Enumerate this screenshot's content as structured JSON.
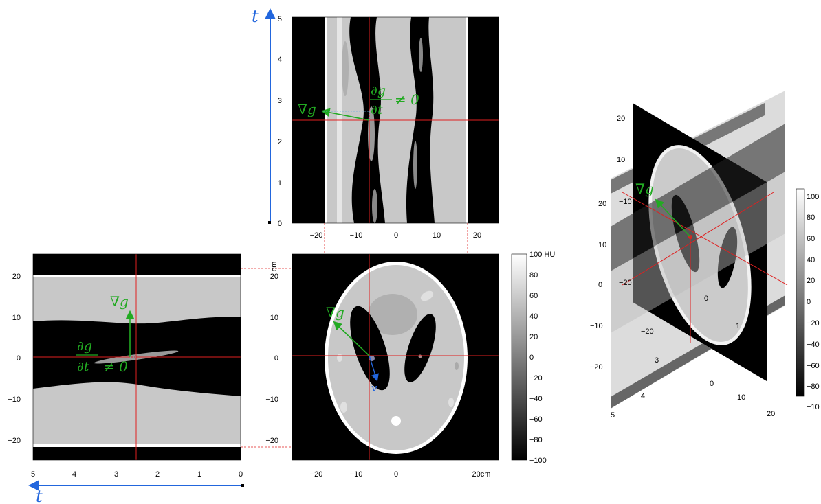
{
  "colors": {
    "red_line": "#e02020",
    "green": "#22aa22",
    "blue": "#2266dd",
    "gray_tissue": "#c8c8c8",
    "white_skull": "#ffffff",
    "black_bg": "#000000"
  },
  "axis_symbols": {
    "top_t": "t",
    "left_t": "t"
  },
  "top_panel": {
    "x_ticks": [
      "−20",
      "−10",
      "0",
      "10",
      "20"
    ],
    "y_ticks": [
      "0",
      "1",
      "2",
      "3",
      "4",
      "5"
    ],
    "grad_label": "∇g",
    "partial_label_num": "∂g",
    "partial_label_den": "∂t",
    "neq": "≠ 0"
  },
  "left_panel": {
    "x_ticks": [
      "5",
      "4",
      "3",
      "2",
      "1",
      "0"
    ],
    "y_ticks": [
      "20",
      "10",
      "0",
      "−10",
      "−20"
    ],
    "grad_label": "∇g",
    "partial_label_num": "∂g",
    "partial_label_den": "∂t",
    "neq": "≠ 0"
  },
  "center_panel": {
    "x_ticks": [
      "−20",
      "−10",
      "0",
      "20cm"
    ],
    "y_ticks": [
      "20",
      "10",
      "0",
      "−10",
      "−20"
    ],
    "y_unit": "cm",
    "grad_label": "∇g",
    "v_label": "v"
  },
  "colorbar_center": {
    "ticks": [
      "100 HU",
      "80",
      "60",
      "40",
      "20",
      "0",
      "−20",
      "−40",
      "−60",
      "−80",
      "−100"
    ]
  },
  "right_3d": {
    "grad_label": "∇g",
    "colorbar_ticks": [
      "100",
      "80",
      "60",
      "40",
      "20",
      "0",
      "−20",
      "−40",
      "−60",
      "−80",
      "−10"
    ],
    "y_ticks_left": [
      "20",
      "10",
      "20",
      "10",
      "0",
      "−10",
      "−20",
      "−10",
      "−20"
    ],
    "bottom_ticks_a": [
      "−20",
      "−10",
      "0",
      "1"
    ],
    "bottom_ticks_t": [
      "3",
      "4",
      "5"
    ],
    "bottom_ticks_x": [
      "0",
      "10",
      "20"
    ]
  }
}
